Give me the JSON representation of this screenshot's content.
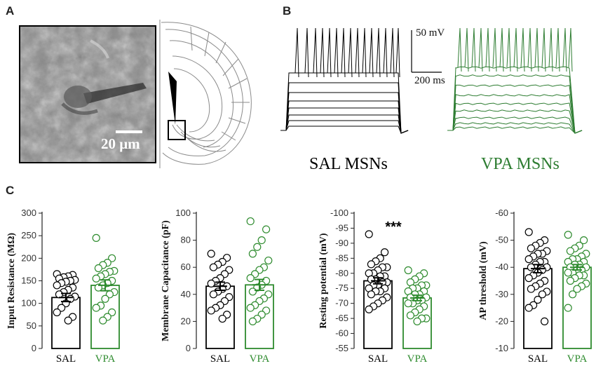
{
  "panels": {
    "a": "A",
    "b": "B",
    "c": "C"
  },
  "panel_a": {
    "scale_label": "20 μm"
  },
  "panel_b": {
    "scale_voltage": "50 mV",
    "scale_time": "200 ms",
    "sal_caption": "SAL MSNs",
    "vpa_caption": "VPA MSNs",
    "sal_color": "#000000",
    "vpa_color": "#2e7d32"
  },
  "chart_data": [
    {
      "type": "bar",
      "categories": [
        "SAL",
        "VPA"
      ],
      "values": [
        113,
        140
      ],
      "errors": [
        9,
        12
      ],
      "ylabel": "Input Resistance (MΩ)",
      "ylim": [
        0,
        300
      ],
      "ticks": [
        0,
        50,
        100,
        150,
        200,
        250,
        300
      ],
      "inverted": false,
      "significance": "",
      "points": [
        [
          165,
          163,
          160,
          158,
          155,
          152,
          150,
          148,
          145,
          140,
          135,
          130,
          125,
          120,
          115,
          110,
          100,
          90,
          80,
          70,
          62
        ],
        [
          245,
          200,
          190,
          185,
          178,
          172,
          170,
          165,
          160,
          155,
          150,
          145,
          140,
          135,
          125,
          120,
          110,
          95,
          90,
          80,
          70,
          62
        ]
      ]
    },
    {
      "type": "bar",
      "categories": [
        "SAL",
        "VPA"
      ],
      "values": [
        46,
        47
      ],
      "errors": [
        3,
        4
      ],
      "ylabel": "Membrane Capacitance (pF)",
      "ylim": [
        0,
        100
      ],
      "ticks": [
        0,
        20,
        40,
        60,
        80,
        100
      ],
      "inverted": false,
      "significance": "",
      "points": [
        [
          70,
          67,
          64,
          62,
          60,
          58,
          55,
          52,
          50,
          48,
          46,
          44,
          42,
          40,
          38,
          35,
          32,
          30,
          28,
          25,
          22
        ],
        [
          94,
          88,
          80,
          75,
          70,
          65,
          60,
          58,
          55,
          52,
          50,
          47,
          45,
          42,
          40,
          37,
          35,
          32,
          30,
          28,
          25,
          22,
          20
        ]
      ]
    },
    {
      "type": "bar",
      "categories": [
        "SAL",
        "VPA"
      ],
      "values": [
        77.5,
        71.8
      ],
      "errors": [
        1,
        0.9
      ],
      "ylabel": "Resting potential (mV)",
      "ylim": [
        55,
        100
      ],
      "tick_labels": [
        "-100",
        "-95",
        "-90",
        "-85",
        "-80",
        "-75",
        "-70",
        "-65",
        "-60",
        "-55"
      ],
      "ticks": [
        100,
        95,
        90,
        85,
        80,
        75,
        70,
        65,
        60,
        55
      ],
      "inverted": true,
      "significance": "***",
      "points": [
        [
          93,
          87,
          85,
          84,
          83,
          82,
          82,
          81,
          80,
          80,
          79,
          79,
          78,
          78,
          77,
          77,
          76,
          76,
          75,
          75,
          74,
          74,
          73,
          72,
          71,
          70,
          69,
          68
        ],
        [
          81,
          80,
          79,
          78,
          77,
          76,
          76,
          75,
          75,
          74,
          74,
          73,
          73,
          72,
          72,
          71,
          71,
          70,
          70,
          69,
          68,
          67,
          66,
          65,
          65,
          64
        ]
      ]
    },
    {
      "type": "bar",
      "categories": [
        "SAL",
        "VPA"
      ],
      "values": [
        39.5,
        40
      ],
      "errors": [
        1.5,
        1
      ],
      "ylabel": "AP threshold (mV)",
      "ylim": [
        10,
        60
      ],
      "tick_labels": [
        "-60",
        "-50",
        "-40",
        "-30",
        "-20",
        "-10"
      ],
      "ticks": [
        60,
        50,
        40,
        30,
        20,
        10
      ],
      "inverted": true,
      "significance": "",
      "points": [
        [
          53,
          50,
          49,
          48,
          47,
          46,
          45,
          45,
          44,
          43,
          42,
          42,
          41,
          40,
          40,
          39,
          38,
          37,
          36,
          35,
          34,
          33,
          32,
          31,
          30,
          28,
          26,
          25,
          20
        ],
        [
          52,
          50,
          48,
          47,
          46,
          45,
          44,
          43,
          43,
          42,
          42,
          41,
          41,
          40,
          40,
          39,
          39,
          38,
          38,
          37,
          37,
          36,
          35,
          34,
          33,
          32,
          30,
          25
        ]
      ]
    }
  ],
  "colors": {
    "sal": "#000000",
    "vpa": "#2e8b2e",
    "axis": "#222222"
  }
}
